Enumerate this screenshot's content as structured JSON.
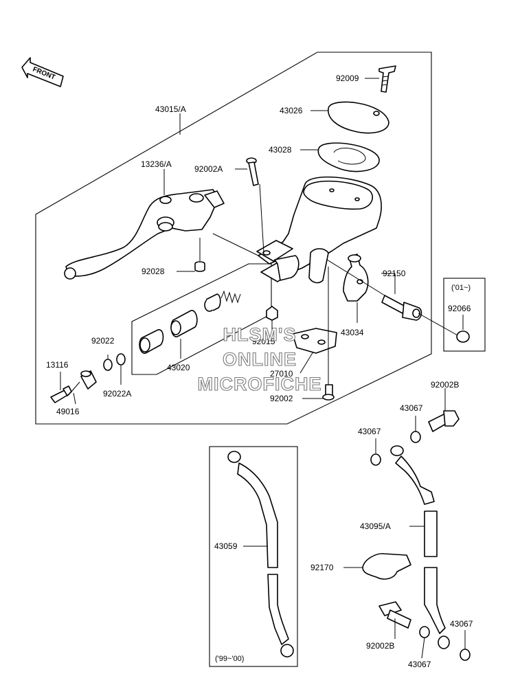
{
  "front_arrow": {
    "label": "FRONT"
  },
  "labels": {
    "p43015A": "43015/A",
    "p92009": "92009",
    "p43026": "43026",
    "p43028": "43028",
    "p13236A": "13236/A",
    "p92002A": "92002A",
    "p92028": "92028",
    "p92150": "92150",
    "p43034": "43034",
    "p92015": "92015",
    "p43020": "43020",
    "p27010": "27010",
    "p92002": "92002",
    "p92022": "92022",
    "p92022A": "92022A",
    "p13116": "13116",
    "p49016": "49016",
    "p92066": "92066",
    "p92002B_top": "92002B",
    "p43067_a": "43067",
    "p43067_b": "43067",
    "p43095A": "43095/A",
    "p43059": "43059",
    "p92170": "92170",
    "p92002B_bot": "92002B",
    "p43067_c": "43067",
    "p43067_d": "43067"
  },
  "notes": {
    "year_01": "('01~)",
    "year_99_00": "('99~'00)"
  },
  "watermark": {
    "line1": "HLSM'S",
    "line2": "ONLINE",
    "line3": "MICROFICHE"
  }
}
